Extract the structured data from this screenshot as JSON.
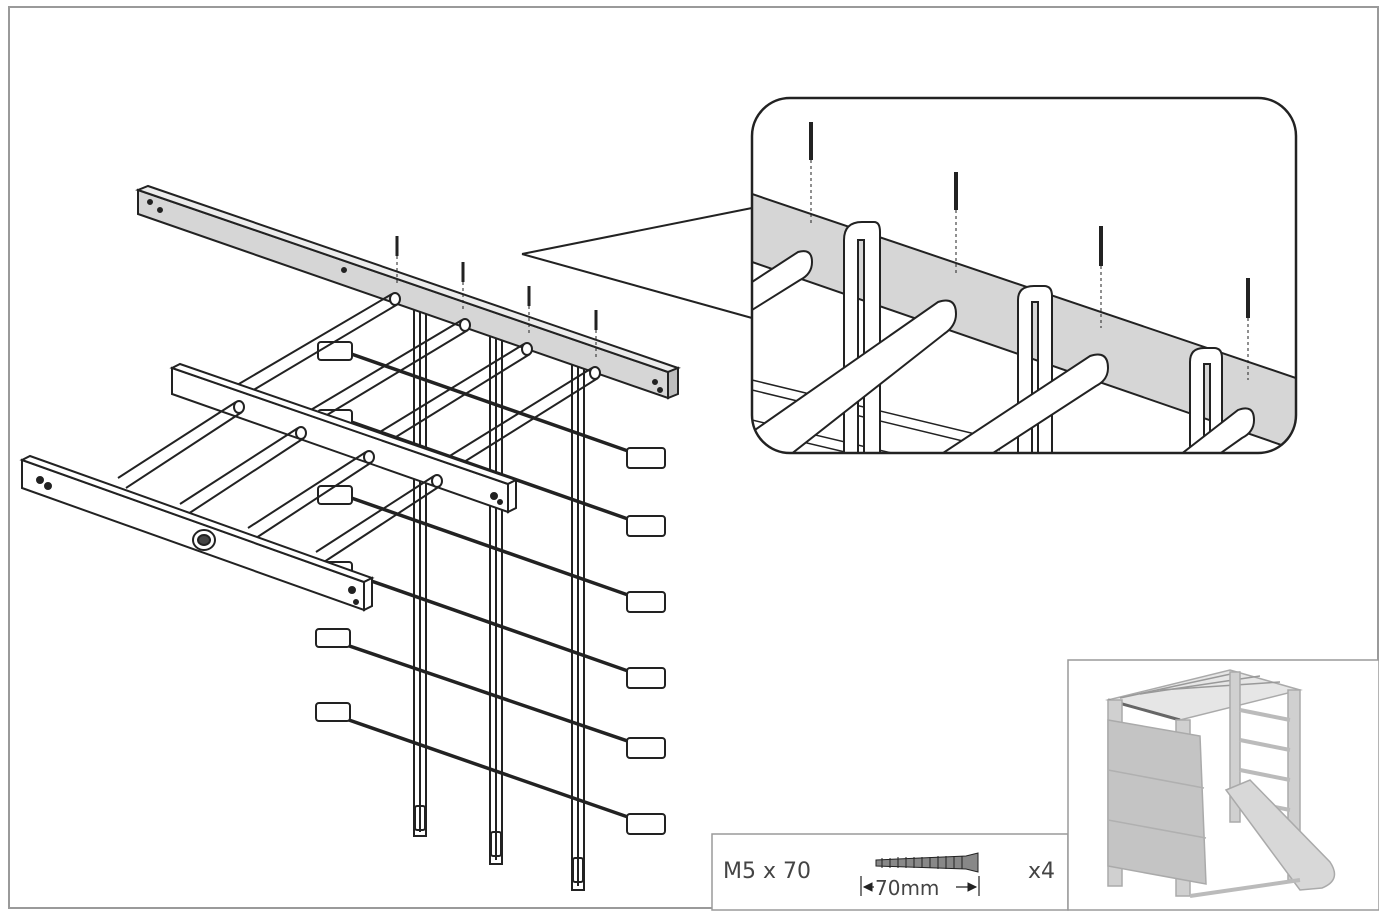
{
  "hardware": {
    "spec": "M5 x 70",
    "length_label": "70mm",
    "quantity": "x4"
  },
  "colors": {
    "line": "#222222",
    "wood_fill": "#d6d6d6",
    "frame_border": "#9a9a9a",
    "thumbnail_fill": "#c8c8c8"
  }
}
